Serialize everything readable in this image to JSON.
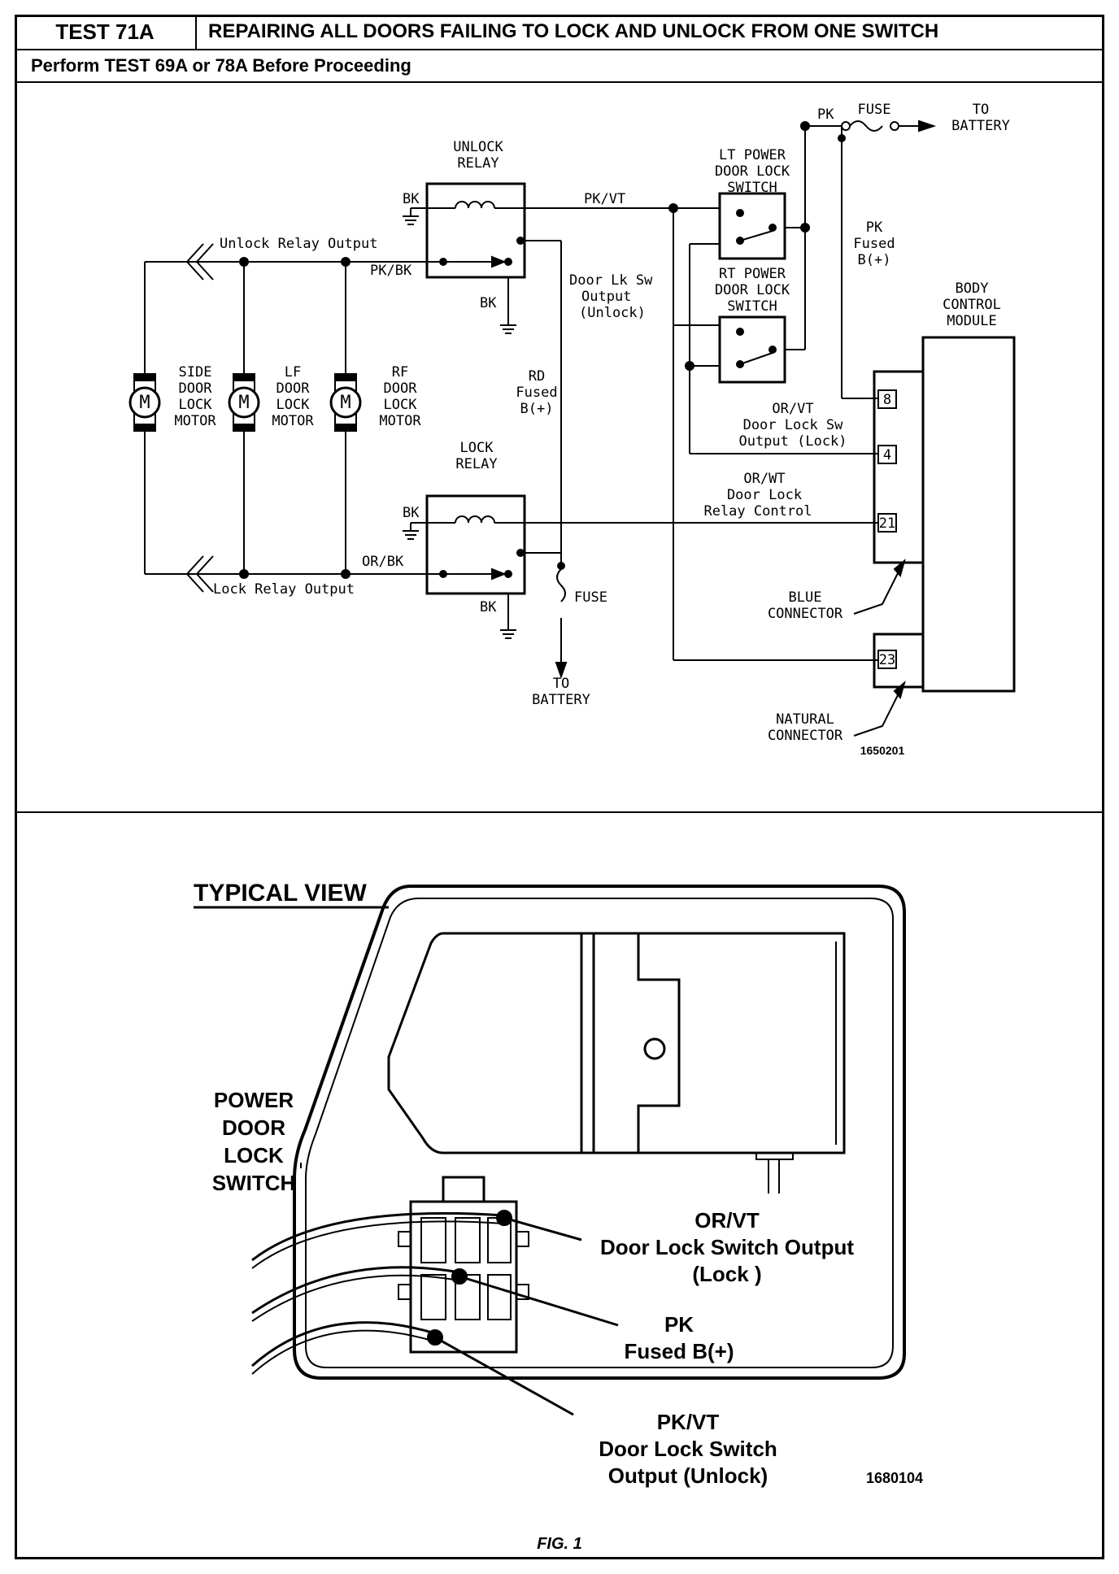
{
  "header": {
    "test_number": "TEST 71A",
    "title": "REPAIRING ALL DOORS FAILING TO LOCK AND UNLOCK FROM ONE SWITCH",
    "prerequisite": "Perform TEST 69A or 78A Before Proceeding"
  },
  "schematic": {
    "unlock_relay": [
      "UNLOCK",
      "RELAY"
    ],
    "lock_relay": [
      "LOCK",
      "RELAY"
    ],
    "bk": "BK",
    "pk_vt": "PK/VT",
    "pk_bk": "PK/BK",
    "or_bk": "OR/BK",
    "pk": "PK",
    "fuse": "FUSE",
    "to_battery": [
      "TO",
      "BATTERY"
    ],
    "unlock_relay_output": "Unlock Relay Output",
    "lock_relay_output": "Lock Relay Output",
    "side_motor": [
      "SIDE",
      "DOOR",
      "LOCK",
      "MOTOR"
    ],
    "lf_motor": [
      "LF",
      "DOOR",
      "LOCK",
      "MOTOR"
    ],
    "rf_motor": [
      "RF",
      "DOOR",
      "LOCK",
      "MOTOR"
    ],
    "motor_symbol": "M",
    "door_lk_sw_output": [
      "Door Lk Sw",
      "Output",
      "(Unlock)"
    ],
    "rd_fused": [
      "RD",
      "Fused",
      "B(+)"
    ],
    "lt_switch": [
      "LT POWER",
      "DOOR LOCK",
      "SWITCH"
    ],
    "rt_switch": [
      "RT POWER",
      "DOOR LOCK",
      "SWITCH"
    ],
    "pk_fused": [
      "PK",
      "Fused",
      "B(+)"
    ],
    "bcm": [
      "BODY",
      "CONTROL",
      "MODULE"
    ],
    "or_vt_lock": [
      "OR/VT",
      "Door Lock Sw",
      "Output (Lock)"
    ],
    "or_wt": [
      "OR/WT",
      "Door Lock",
      "Relay Control"
    ],
    "pins": [
      "8",
      "4",
      "21",
      "23"
    ],
    "blue_connector": [
      "BLUE",
      "CONNECTOR"
    ],
    "natural_connector": [
      "NATURAL",
      "CONNECTOR"
    ],
    "ref1": "1650201"
  },
  "view": {
    "title": "TYPICAL VIEW",
    "power_switch": [
      "POWER",
      "DOOR",
      "LOCK",
      "SWITCH"
    ],
    "or_vt": [
      "OR/VT",
      "Door Lock Switch Output",
      "(Lock )"
    ],
    "pk": [
      "PK",
      "Fused B(+)"
    ],
    "pk_vt": [
      "PK/VT",
      "Door Lock Switch",
      "Output (Unlock)"
    ],
    "ref2": "1680104"
  },
  "figure": "FIG. 1"
}
